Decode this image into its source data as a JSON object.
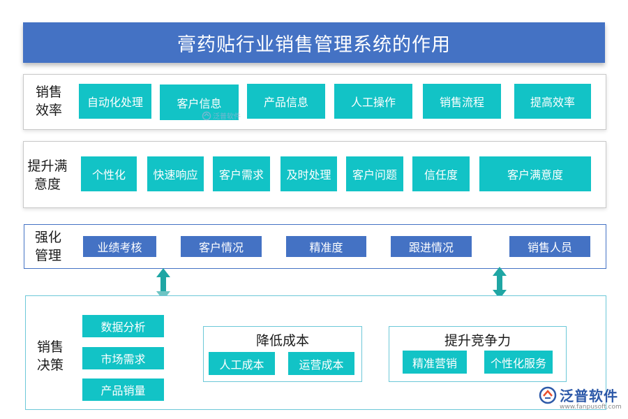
{
  "title": "膏药贴行业销售管理系统的作用",
  "row1": {
    "label_line1": "销售",
    "label_line2": "效率",
    "items": [
      "自动化处理",
      "客户信息",
      "产品信息",
      "人工操作",
      "销售流程",
      "提高效率"
    ]
  },
  "row2": {
    "label_line1": "提升满",
    "label_line2": "意度",
    "items": [
      "个性化",
      "快速响应",
      "客户需求",
      "及时处理",
      "客户问题",
      "信任度",
      "客户满意度"
    ]
  },
  "row3": {
    "label_line1": "强化",
    "label_line2": "管理",
    "items": [
      "业绩考核",
      "客户情况",
      "精准度",
      "跟进情况",
      "销售人员"
    ]
  },
  "row4": {
    "label_line1": "销售",
    "label_line2": "决策",
    "left_items": [
      "数据分析",
      "市场需求",
      "产品销量"
    ],
    "group1": {
      "title": "降低成本",
      "items": [
        "人工成本",
        "运营成本"
      ]
    },
    "group2": {
      "title": "提升竞争力",
      "items": [
        "精准营销",
        "个性化服务"
      ]
    }
  },
  "watermark": "泛普软件",
  "logo": {
    "name": "泛普软件",
    "url": "www.fanpusoft.com"
  },
  "colors": {
    "title_bar": "#4472c4",
    "teal": "#12c3c6",
    "blue": "#4472c4",
    "arrow": "#1fa6a4"
  }
}
